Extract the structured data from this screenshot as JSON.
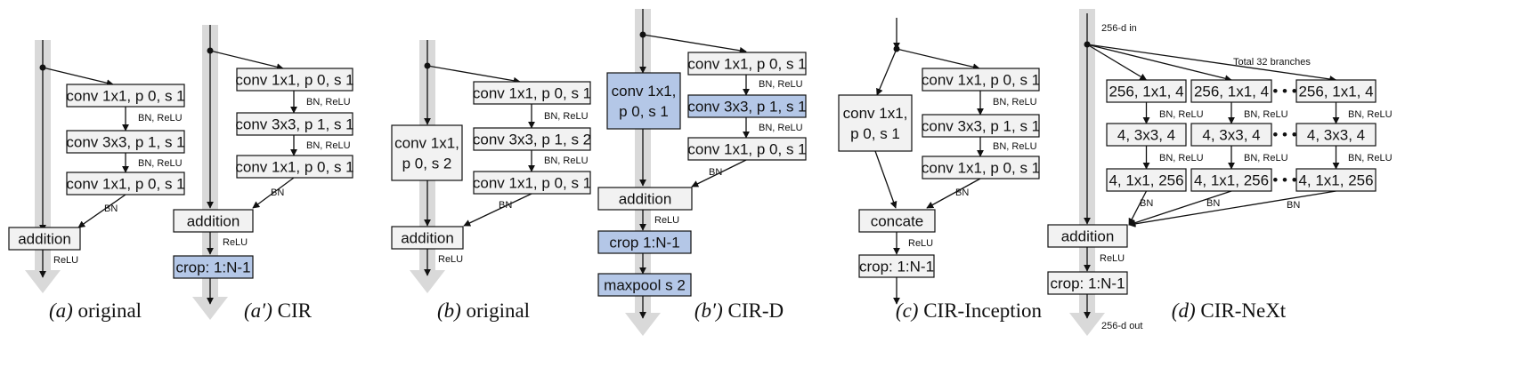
{
  "colors": {
    "trunk": "#d9d9d9",
    "box": "#f2f2f2",
    "box_highlight": "#b4c7e7",
    "stroke": "#111111"
  },
  "panels": [
    {
      "caption_letter": "(a)",
      "caption_text": " original",
      "right_boxes": [
        "conv 1x1, p 0, s 1",
        "conv 3x3, p 1, s 1",
        "conv 1x1, p 0, s 1"
      ],
      "step_labels": [
        "BN, ReLU",
        "BN, ReLU"
      ],
      "bn_label": "BN",
      "merge_box": "addition",
      "after_label": "ReLU"
    },
    {
      "caption_letter": "(a′)",
      "caption_text": " CIR",
      "right_boxes": [
        "conv 1x1, p 0, s 1",
        "conv 3x3,  p 1, s 1",
        "conv 1x1, p 0, s 1"
      ],
      "step_labels": [
        "BN, ReLU",
        "BN, ReLU"
      ],
      "bn_label": "BN",
      "merge_box": "addition",
      "after_label": "ReLU",
      "crop_box": "crop: 1:N-1"
    },
    {
      "caption_letter": "(b)",
      "caption_text": " original",
      "left_box": "conv 1x1,\np 0, s 2",
      "right_boxes": [
        "conv 1x1, p 0, s 1",
        "conv 3x3, p 1, s 2",
        "conv 1x1, p 0, s 1"
      ],
      "step_labels": [
        "BN, ReLU",
        "BN, ReLU"
      ],
      "bn_label": "BN",
      "merge_box": "addition",
      "after_label": "ReLU"
    },
    {
      "caption_letter": "(b′)",
      "caption_text": " CIR-D",
      "left_box": "conv 1x1,\np 0, s 1",
      "right_boxes": [
        "conv 1x1, p 0, s 1",
        "conv 3x3, p 1, s 1",
        "conv 1x1, p 0, s 1"
      ],
      "step_labels": [
        "BN, ReLU",
        "BN, ReLU"
      ],
      "bn_label": "BN",
      "merge_box": "addition",
      "after_label": "ReLU",
      "crop_box": "crop 1:N-1",
      "pool_box": "maxpool s 2"
    },
    {
      "caption_letter": "(c)",
      "caption_text": " CIR-Inception",
      "left_box": "conv 1x1,\np 0, s 1",
      "right_boxes": [
        "conv 1x1, p 0, s 1",
        "conv 3x3, p 1, s 1",
        "conv 1x1, p 0, s 1"
      ],
      "step_labels": [
        "BN, ReLU",
        "BN, ReLU"
      ],
      "bn_label": "BN",
      "merge_box": "concate",
      "after_label": "ReLU",
      "crop_box": "crop: 1:N-1"
    },
    {
      "caption_letter": "(d)",
      "caption_text": " CIR-NeXt",
      "in_label": "256-d in",
      "out_label": "256-d out",
      "branches_label": "Total 32 branches",
      "rows": [
        [
          "256, 1x1, 4",
          "256, 1x1, 4",
          "256, 1x1, 4"
        ],
        [
          "4, 3x3, 4",
          "4, 3x3, 4",
          "4, 3x3, 4"
        ],
        [
          "4, 1x1, 256",
          "4, 1x1, 256",
          "4, 1x1, 256"
        ]
      ],
      "step_labels": [
        "BN, ReLU",
        "BN, ReLU"
      ],
      "bn_labels": [
        "BN",
        "BN",
        "BN"
      ],
      "ellipsis": "• • •",
      "merge_box": "addition",
      "after_label": "ReLU",
      "crop_box": "crop: 1:N-1"
    }
  ]
}
